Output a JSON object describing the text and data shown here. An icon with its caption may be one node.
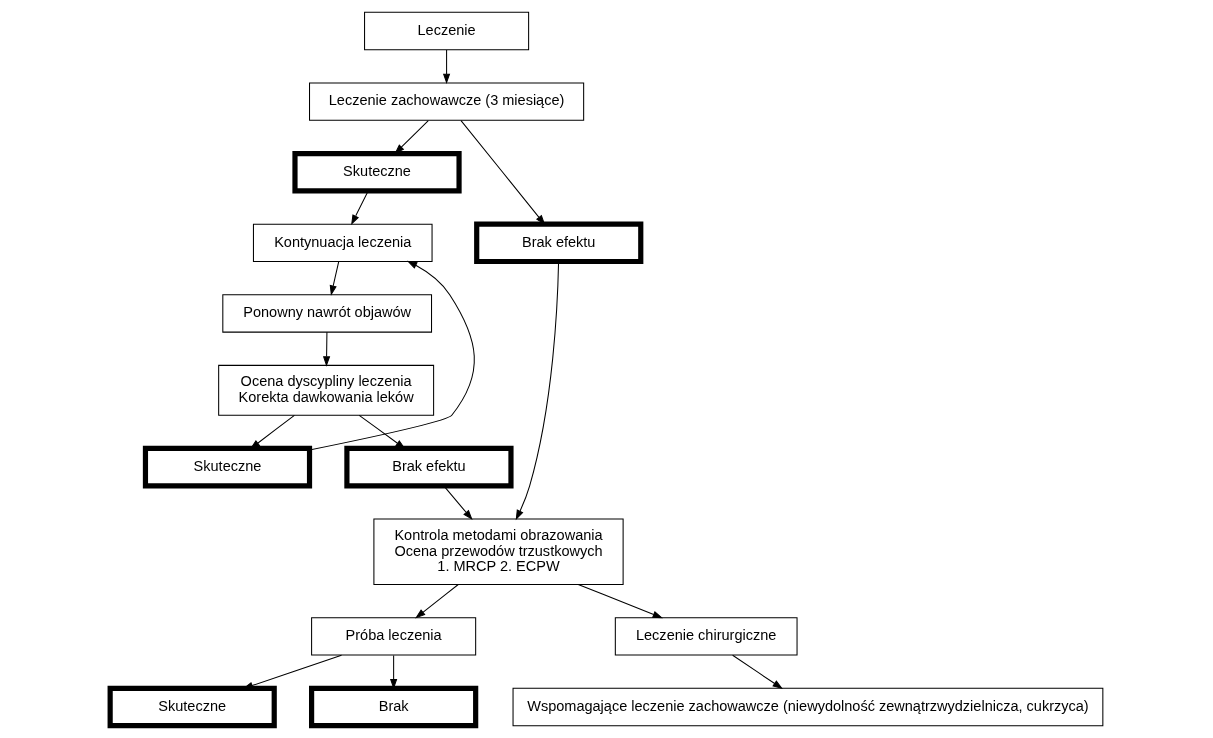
{
  "diagram": {
    "nodes": [
      {
        "text": [
          "Leczenie"
        ]
      },
      {
        "text": [
          "Leczenie zachowawcze (3 miesiące)"
        ]
      },
      {
        "text": [
          "Skuteczne"
        ]
      },
      {
        "text": [
          "Kontynuacja leczenia"
        ]
      },
      {
        "text": [
          "Ponowny nawrót objawów"
        ]
      },
      {
        "text": [
          "Ocena dyscypliny leczenia",
          "Korekta dawkowania leków"
        ]
      },
      {
        "text": [
          "Skuteczne"
        ]
      },
      {
        "text": [
          "Brak efektu"
        ]
      },
      {
        "text": [
          "Brak efektu"
        ]
      },
      {
        "text": [
          "Kontrola metodami obrazowania",
          "Ocena przewodów trzustkowych",
          "1. MRCP 2. ECPW"
        ]
      },
      {
        "text": [
          "Próba leczenia"
        ]
      },
      {
        "text": [
          "Leczenie chirurgiczne"
        ]
      },
      {
        "text": [
          "Skuteczne"
        ]
      },
      {
        "text": [
          "Brak"
        ]
      },
      {
        "text": [
          "Wspomagające leczenie zachowawcze (niewydolność zewnątrzwydzielnicza, cukrzyca)"
        ]
      }
    ],
    "edges": [
      {
        "from": 0,
        "to": 1,
        "arrow": "to"
      },
      {
        "from": 1,
        "to": 2,
        "arrow": "to"
      },
      {
        "from": 1,
        "to": 8,
        "arrow": "to"
      },
      {
        "from": 2,
        "to": 3,
        "arrow": "to"
      },
      {
        "from": 3,
        "to": 4,
        "arrow": "to"
      },
      {
        "from": 4,
        "to": 5,
        "arrow": "to"
      },
      {
        "from": 5,
        "to": 6,
        "arrow": "to"
      },
      {
        "from": 5,
        "to": 7,
        "arrow": "to"
      },
      {
        "from": 6,
        "to": 3,
        "arrow": "to"
      },
      {
        "from": 7,
        "to": 9,
        "arrow": "to"
      },
      {
        "from": 8,
        "to": 9,
        "arrow": "to"
      },
      {
        "from": 9,
        "to": 10,
        "arrow": "to"
      },
      {
        "from": 9,
        "to": 11,
        "arrow": "to"
      },
      {
        "from": 10,
        "to": 12,
        "arrow": "to"
      },
      {
        "from": 10,
        "to": 13,
        "arrow": "to"
      },
      {
        "from": 11,
        "to": 14,
        "arrow": "to"
      }
    ]
  }
}
